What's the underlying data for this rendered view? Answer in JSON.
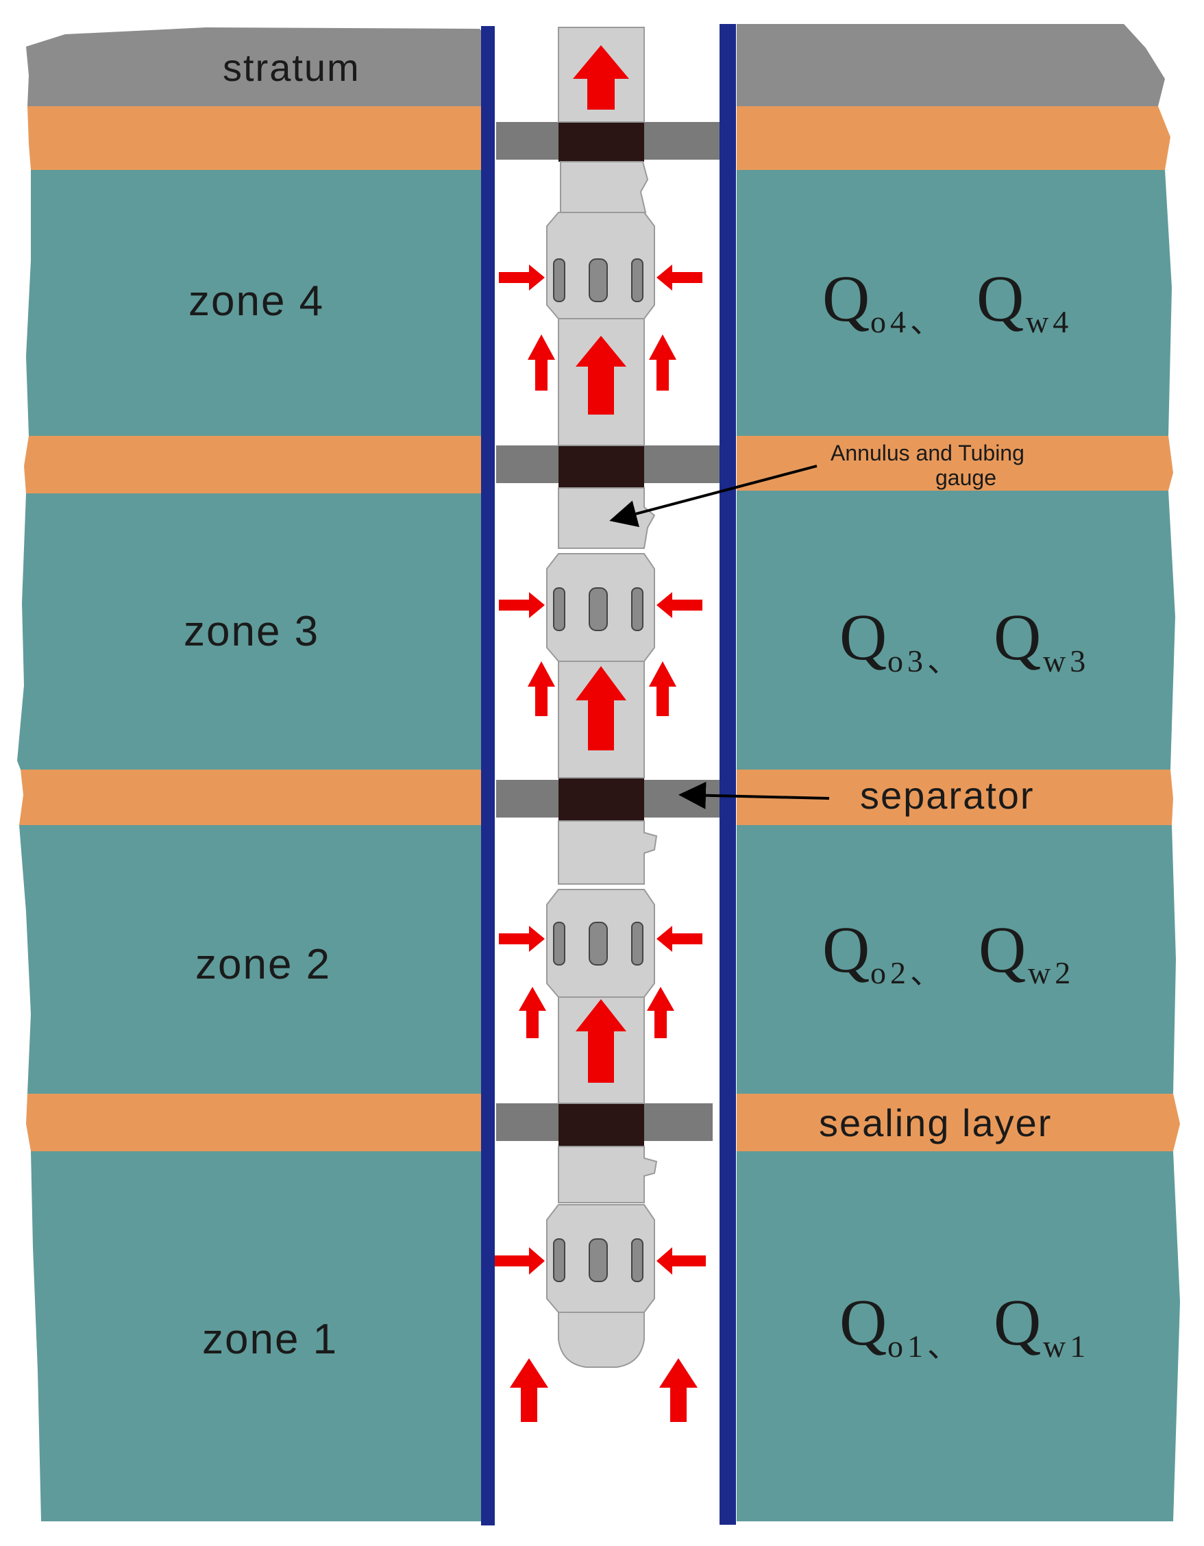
{
  "labels": {
    "stratum": "stratum",
    "annulus_gauge_line1": "Annulus and Tubing",
    "annulus_gauge_line2": "gauge",
    "separator": "separator",
    "sealing_layer": "sealing layer"
  },
  "zones": [
    {
      "label": "zone 4",
      "q_oil": "Q",
      "q_oil_sub": "o4、",
      "q_water": "Q",
      "q_water_sub": "w4"
    },
    {
      "label": "zone 3",
      "q_oil": "Q",
      "q_oil_sub": "o3、",
      "q_water": "Q",
      "q_water_sub": "w3"
    },
    {
      "label": "zone 2",
      "q_oil": "Q",
      "q_oil_sub": "o2、",
      "q_water": "Q",
      "q_water_sub": "w2"
    },
    {
      "label": "zone 1",
      "q_oil": "Q",
      "q_oil_sub": "o1、",
      "q_water": "Q",
      "q_water_sub": "w1"
    }
  ],
  "colors": {
    "stratum": "#8c8c8c",
    "zone": "#5f9b9a",
    "seal": "#e8995a",
    "casing": "#1c2a8c",
    "tool": "#cfcfcf",
    "tool_dark": "#8a8a8a",
    "packer_block": "#2a1414",
    "packer_band": "#7a7a7a",
    "arrow": "#ee0000"
  }
}
